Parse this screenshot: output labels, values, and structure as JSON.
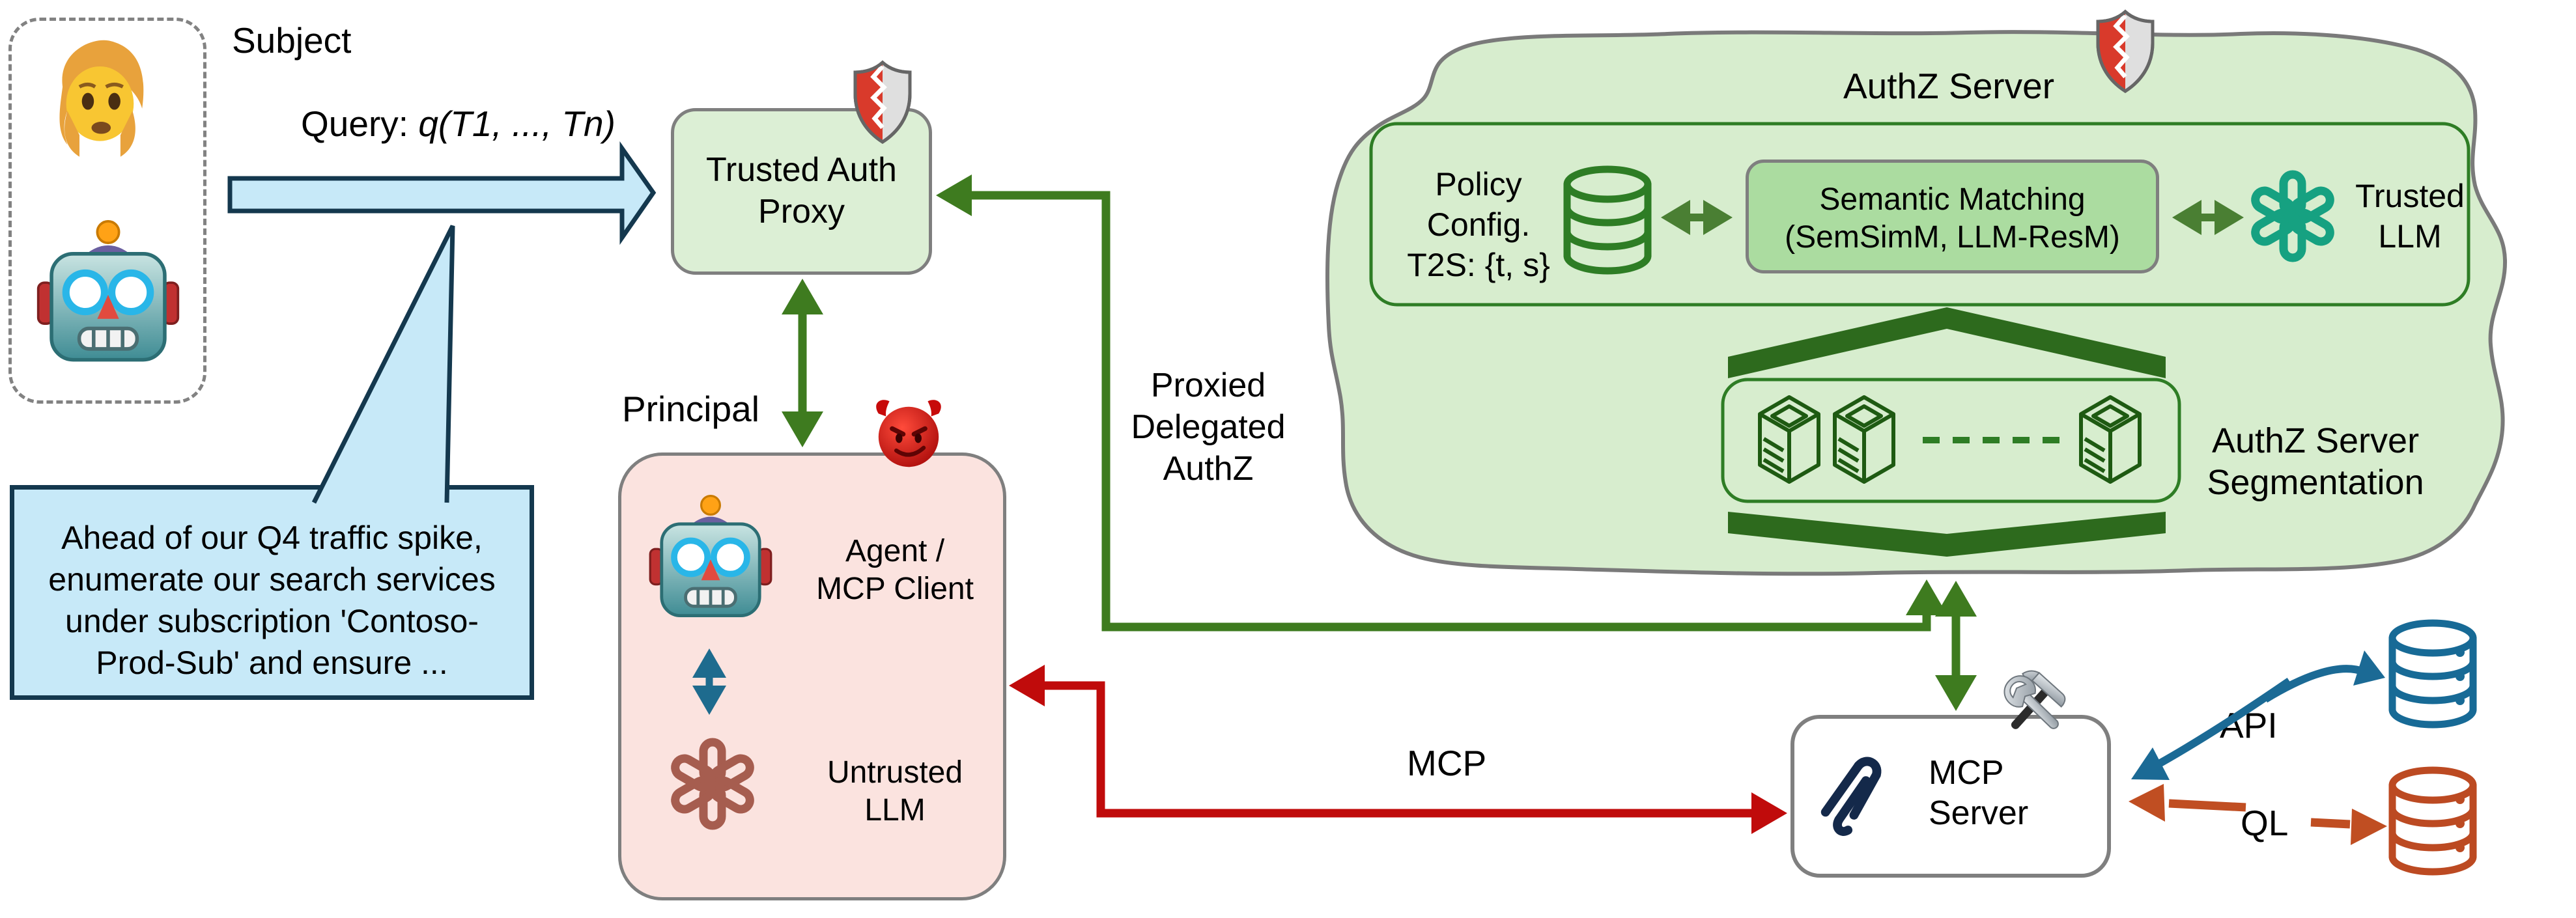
{
  "subject": {
    "label": "Subject"
  },
  "query": {
    "prefix": "Query: ",
    "expr": "q(T1, ..., Tn)"
  },
  "speech_bubble": {
    "lines": [
      "Ahead of our Q4 traffic spike,",
      "enumerate our search services",
      "under subscription 'Contoso-",
      "Prod-Sub' and ensure ..."
    ]
  },
  "proxy": {
    "title_lines": [
      "Trusted Auth",
      "Proxy"
    ]
  },
  "principal": {
    "label": "Principal",
    "agent_lines": [
      "Agent /",
      "MCP Client"
    ],
    "untrusted_llm_lines": [
      "Untrusted",
      "LLM"
    ]
  },
  "authz_server": {
    "title": "AuthZ Server",
    "policy_lines": [
      "Policy",
      "Config.",
      "T2S: {t, s}"
    ],
    "semantic_lines": [
      "Semantic Matching",
      "(SemSimM, LLM-ResM)"
    ],
    "trusted_llm_lines": [
      "Trusted",
      "LLM"
    ],
    "segmentation_lines": [
      "AuthZ Server",
      "Segmentation"
    ]
  },
  "flows": {
    "proxied_lines": [
      "Proxied",
      "Delegated",
      "AuthZ"
    ],
    "mcp": "MCP",
    "api": "API",
    "ql": "QL"
  },
  "mcp_server": {
    "title_lines": [
      "MCP",
      "Server"
    ]
  },
  "icons": {
    "person-icon": "person head (subject human)",
    "robot-icon": "robot head (subject agent)",
    "shield-icon": "security shield",
    "devil-icon": "smiling devil (adversary)",
    "tools-icon": "hammer and wrench",
    "openai-icon": "LLM knot logo",
    "mcp-icon": "MCP logo",
    "database-icon": "database cylinders",
    "cube-icon": "segmented service box"
  },
  "colors": {
    "light_green": "#D7EDCE",
    "proxy_green": "#DCEFD5",
    "semantic_green": "#ABDCA0",
    "dark_green_line": "#2E7D25",
    "green_arrow": "#3E7B1F",
    "chevron_green": "#2D6A1D",
    "pink": "#FBE3DF",
    "light_blue": "#C7E9F8",
    "navy_outline": "#14384E",
    "red_arrow": "#C00B0B",
    "steel_blue_arrow": "#1E6B8E",
    "api_blue": "#1B6A95",
    "ql_orange": "#C04E22",
    "brick_llm": "#A65D4F",
    "teal_llm": "#16A181",
    "mcp_navy": "#14294A",
    "gray_border": "#7F7F7F"
  }
}
